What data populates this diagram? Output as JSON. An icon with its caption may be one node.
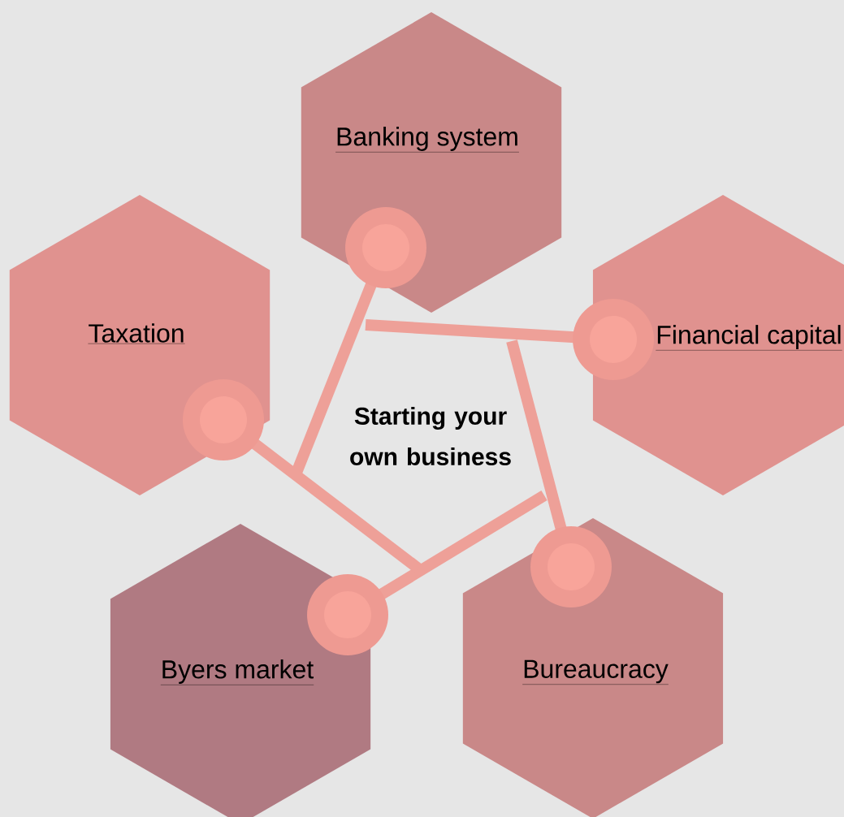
{
  "diagram": {
    "nodes": [
      {
        "text": [
          "Banking system"
        ]
      },
      {
        "text": [
          "Taxation"
        ]
      },
      {
        "text": [
          "Financial capital"
        ]
      },
      {
        "text": [
          "Byers market"
        ]
      },
      {
        "text": [
          "Bureaucracy"
        ]
      }
    ],
    "edges": [
      {
        "from": 0,
        "to": null,
        "arrow": "none"
      },
      {
        "from": 2,
        "to": null,
        "arrow": "none"
      },
      {
        "from": 4,
        "to": null,
        "arrow": "none"
      },
      {
        "from": 3,
        "to": null,
        "arrow": "none"
      },
      {
        "from": 1,
        "to": null,
        "arrow": "none"
      }
    ],
    "labels": [
      "Starting your own business"
    ]
  }
}
